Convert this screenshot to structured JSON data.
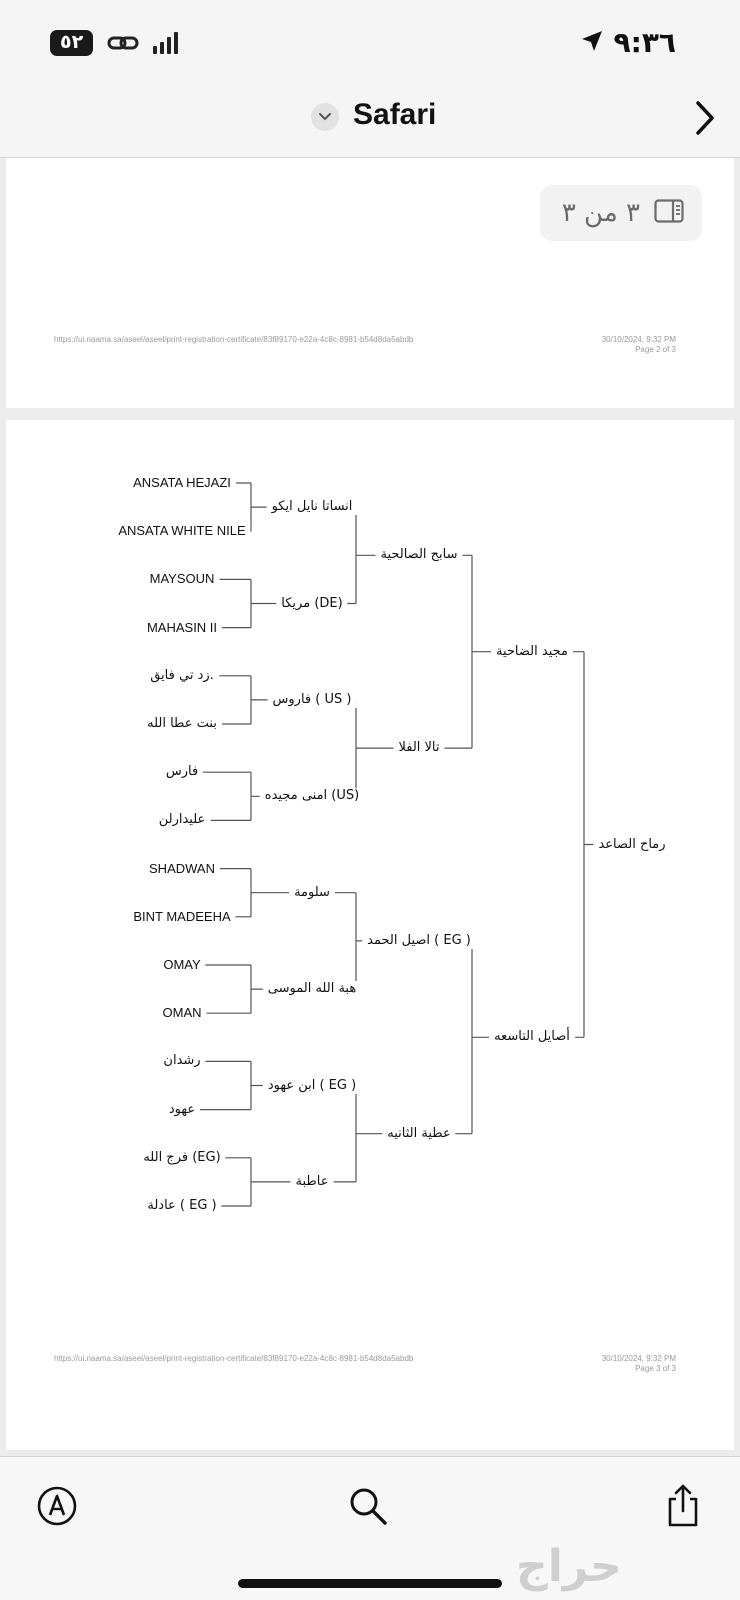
{
  "status_bar": {
    "badge": "٥٢",
    "time": "٩:٣٦"
  },
  "header": {
    "title": "Safari"
  },
  "page_counter": "٣ من ٣",
  "pages": [
    {
      "url": "https://ui.naama.sa/aseel/aseel/print-registration-certificate/83f89170-e22a-4c8c-8981-b54d8da5abdb",
      "date": "30/10/2024, 9:32 PM",
      "page_label": "Page 2 of 3"
    },
    {
      "url": "https://ui.naama.sa/aseel/aseel/print-registration-certificate/83f89170-e22a-4c8c-8981-b54d8da5abdb",
      "date": "30/10/2024, 9:32 PM",
      "page_label": "Page 3 of 3"
    }
  ],
  "pedigree": {
    "g0": "رماح الصاعد",
    "g1": [
      "مجيد الضاحية",
      "أصايل التاسعه"
    ],
    "g2": [
      "سابح الصالحية",
      "تالا الفلا",
      "اصيل الحمد ( EG )",
      "عطية الثانيه"
    ],
    "g3": [
      "انساتا نايل ايكو",
      "مريكا (DE)",
      "فاروس ( US )",
      "امنى مجيده (US)",
      "سلومة",
      "هبة الله الموسى",
      "ابن عهود ( EG )",
      "عاطبة"
    ],
    "g4": [
      "ANSATA HEJAZI",
      "ANSATA WHITE NILE",
      "MAYSOUN",
      "MAHASIN II",
      "زد تي فايق.",
      "بنت عطا الله",
      "فارس",
      "عليدارلن",
      "SHADWAN",
      "BINT MADEEHA",
      "OMAY",
      "OMAN",
      "رشدان",
      "عهود",
      "فرج الله (EG)",
      "عادلة ( EG )"
    ]
  },
  "watermark": "حراج"
}
